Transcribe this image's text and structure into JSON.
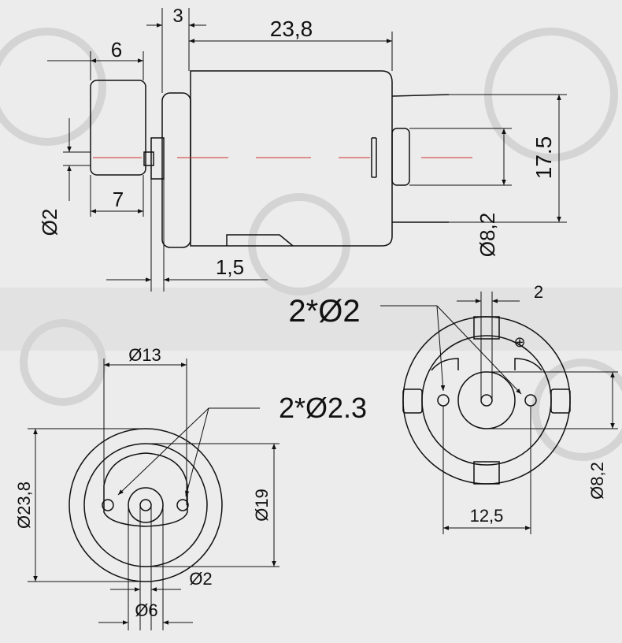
{
  "colors": {
    "background": "#ececec",
    "band": "#e2e2e2",
    "line": "#111111",
    "centerline": "#d23030"
  },
  "side_view": {
    "dim_3": "3",
    "dim_23_8": "23,8",
    "dim_6": "6",
    "dim_7": "7",
    "dim_1_5": "1,5",
    "dim_d2": "Ø2",
    "dim_d8_2": "Ø8,2",
    "dim_17_5": "17.5"
  },
  "front_view": {
    "dim_d13": "Ø13",
    "holes_label": "2*Ø2.3",
    "dim_d23_8": "Ø23,8",
    "dim_d19": "Ø19",
    "dim_d2": "Ø2",
    "dim_d6": "Ø6"
  },
  "rear_view": {
    "holes_label": "2*Ø2",
    "dim_2": "2",
    "dim_d8_2": "Ø8,2",
    "dim_12_5": "12,5",
    "plus_symbol": "⊕"
  }
}
